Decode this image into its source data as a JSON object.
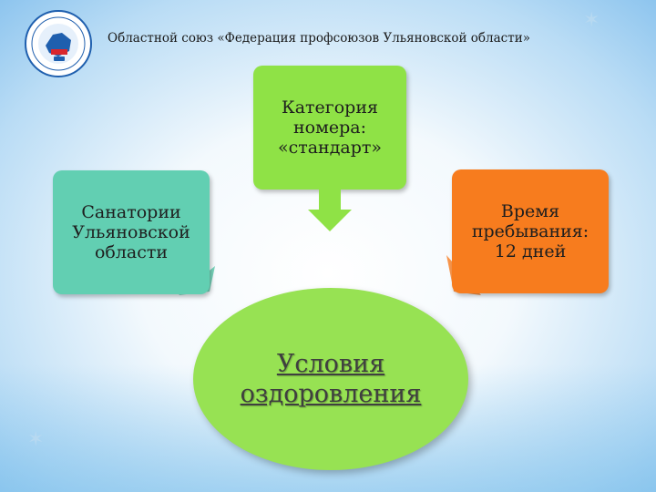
{
  "header": {
    "org_title": "Областной союз «Федерация профсоюзов Ульяновской области»"
  },
  "diagram": {
    "top_box": "Категория\nномера:\n«стандарт»",
    "left_box": "Санатории\nУльяновской\nобласти",
    "right_box": "Время\nпребывания:\n12 дней",
    "center_ellipse": "Условия\nоздоровления"
  },
  "colors": {
    "top_box": "#8fe246",
    "left_box": "#62cfb2",
    "right_box": "#f77c1e",
    "ellipse": "#97e253",
    "arrow": "#8fe246"
  },
  "icons": {
    "logo": "federation-logo",
    "arrow": "down-arrow-icon"
  }
}
